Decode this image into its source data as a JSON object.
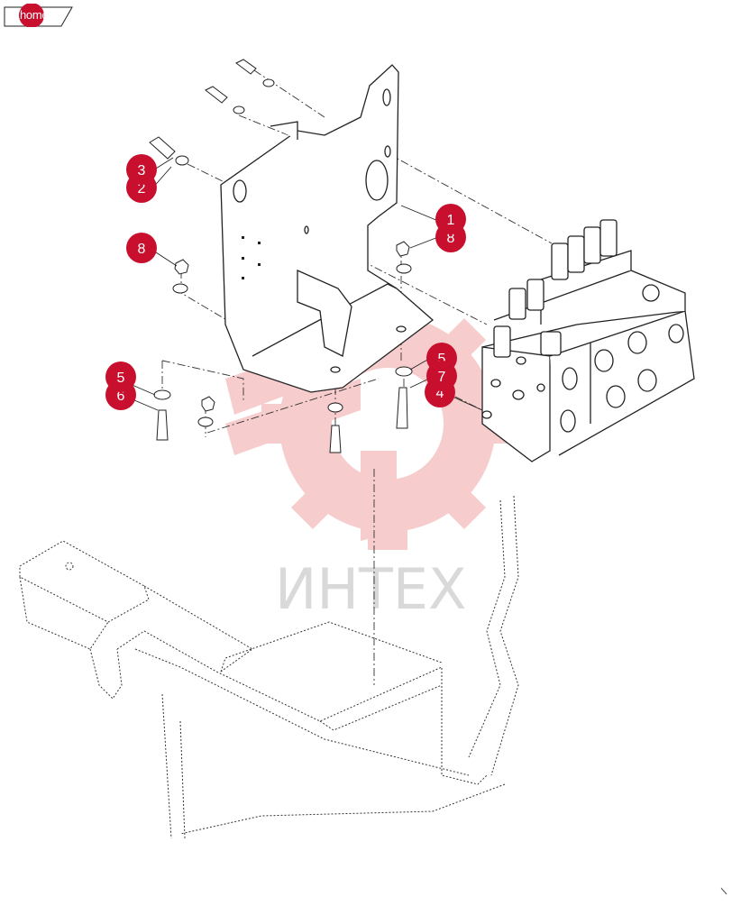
{
  "nav": {
    "home_label": "home"
  },
  "watermark": {
    "text": "ИНТЕХ"
  },
  "colors": {
    "callout": "#c8102e",
    "watermark_logo": "#f3b5b5",
    "watermark_text": "#d9d9d9",
    "line": "#222222"
  },
  "callouts": [
    {
      "id": "1",
      "label": "1"
    },
    {
      "id": "2",
      "label": "2"
    },
    {
      "id": "3",
      "label": "3"
    },
    {
      "id": "4",
      "label": "4"
    },
    {
      "id": "5a",
      "label": "5"
    },
    {
      "id": "5b",
      "label": "5"
    },
    {
      "id": "6a",
      "label": "6"
    },
    {
      "id": "6b",
      "label": "6"
    },
    {
      "id": "7",
      "label": "7"
    },
    {
      "id": "8a",
      "label": "8"
    },
    {
      "id": "8b",
      "label": "8"
    }
  ]
}
